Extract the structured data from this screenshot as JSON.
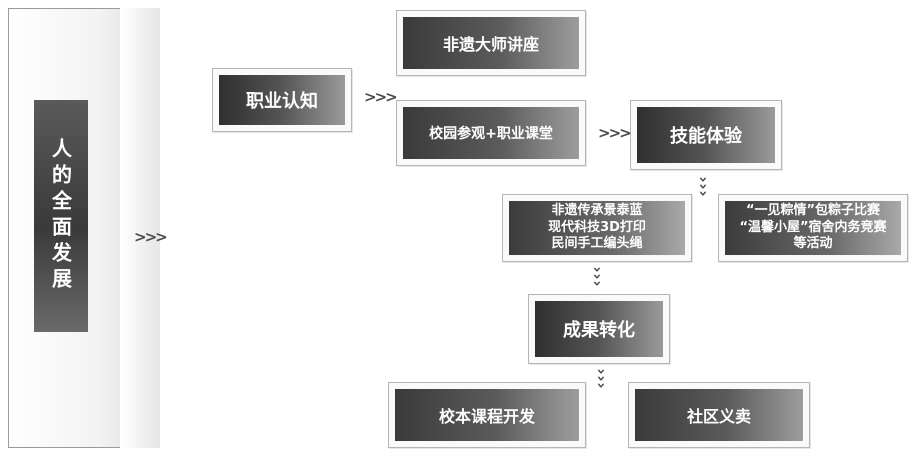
{
  "left_panel": {
    "title": "人的全面发展"
  },
  "connectors": {
    "left_arrow": ">>>",
    "right_arrow": ">>>",
    "mid_arrow": ">>>",
    "down_glyph": "›"
  },
  "nodes": {
    "zhiye_renzhi": "职业认知",
    "feiyi_dashi": "非遗大师讲座",
    "xiaoyuan": "校园参观+职业课堂",
    "jineng_tiyan": "技能体验",
    "activities_a": {
      "line1": "非遗传承景泰蓝",
      "line2": "现代科技3D打印",
      "line3": "民间手工编头绳"
    },
    "activities_b": {
      "line1": "“一见粽情”包粽子比赛",
      "line2": "“温馨小屋”宿舍内务竞赛",
      "line3": "等活动"
    },
    "chengguo": "成果转化",
    "xiaoben": "校本课程开发",
    "shequ": "社区义卖"
  }
}
